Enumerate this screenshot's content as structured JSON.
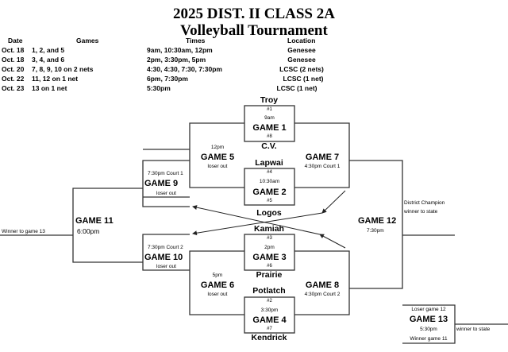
{
  "header": {
    "title_line1": "2025 DIST. II CLASS 2A",
    "title_line2": "Volleyball Tournament"
  },
  "schedule": {
    "columns": [
      "Date",
      "Games",
      "Times",
      "Location"
    ],
    "rows": [
      {
        "date": "Oct. 18",
        "games": "1, 2, and 5",
        "times": "9am, 10:30am, 12pm",
        "location": "Genesee"
      },
      {
        "date": "Oct. 18",
        "games": "3, 4, and 6",
        "times": "2pm, 3:30pm, 5pm",
        "location": "Genesee"
      },
      {
        "date": "Oct. 20",
        "games": "7, 8, 9, 10  on 2 nets",
        "times": "4:30, 4:30, 7:30, 7:30pm",
        "location": "LCSC (2 nets)"
      },
      {
        "date": "Oct. 22",
        "games": "11, 12 on 1 net",
        "times": "6pm, 7:30pm",
        "location": "LCSC (1 net)"
      },
      {
        "date": "Oct. 23",
        "games": "13 on 1 net",
        "times": "5:30pm",
        "location": "LCSC (1 net)"
      }
    ]
  },
  "teams": {
    "troy": "Troy",
    "cv": "C.V.",
    "lapwai": "Lapwai",
    "logos": "Logos",
    "kamiah": "Kamiah",
    "prairie": "Prairie",
    "potlatch": "Potlatch",
    "kendrick": "Kendrick"
  },
  "games": {
    "g1": {
      "name": "GAME 1",
      "time": "9am",
      "seed_top": "#1",
      "seed_bottom": "#8"
    },
    "g2": {
      "name": "GAME 2",
      "time": "10:30am",
      "seed_top": "#4",
      "seed_bottom": "#5"
    },
    "g3": {
      "name": "GAME 3",
      "time": "2pm",
      "seed_top": "#3",
      "seed_bottom": "#6"
    },
    "g4": {
      "name": "GAME 4",
      "time": "3:30pm",
      "seed_top": "#2",
      "seed_bottom": "#7"
    },
    "g5": {
      "name": "GAME 5",
      "time": "12pm",
      "note": "loser out"
    },
    "g6": {
      "name": "GAME 6",
      "time": "5pm",
      "note": "loser out"
    },
    "g7": {
      "name": "GAME 7",
      "time": "4:30pm Court 1"
    },
    "g8": {
      "name": "GAME 8",
      "time": "4:30pm Court 2"
    },
    "g9": {
      "name": "GAME 9",
      "time": "7:30pm Court 1",
      "note": "loser out"
    },
    "g10": {
      "name": "GAME 10",
      "time": "7:30pm Court 2",
      "note": "loser out"
    },
    "g11": {
      "name": "GAME 11",
      "time": "6:00pm",
      "note": "Winner to game 13"
    },
    "g12": {
      "name": "GAME 12",
      "time": "7:30pm",
      "note1": "District Champion",
      "note2": "winner to state"
    },
    "g13": {
      "name": "GAME 13",
      "time": "5:30pm",
      "top": "Loser game 12",
      "bottom": "Winner game 11",
      "note": "winner to state"
    }
  }
}
